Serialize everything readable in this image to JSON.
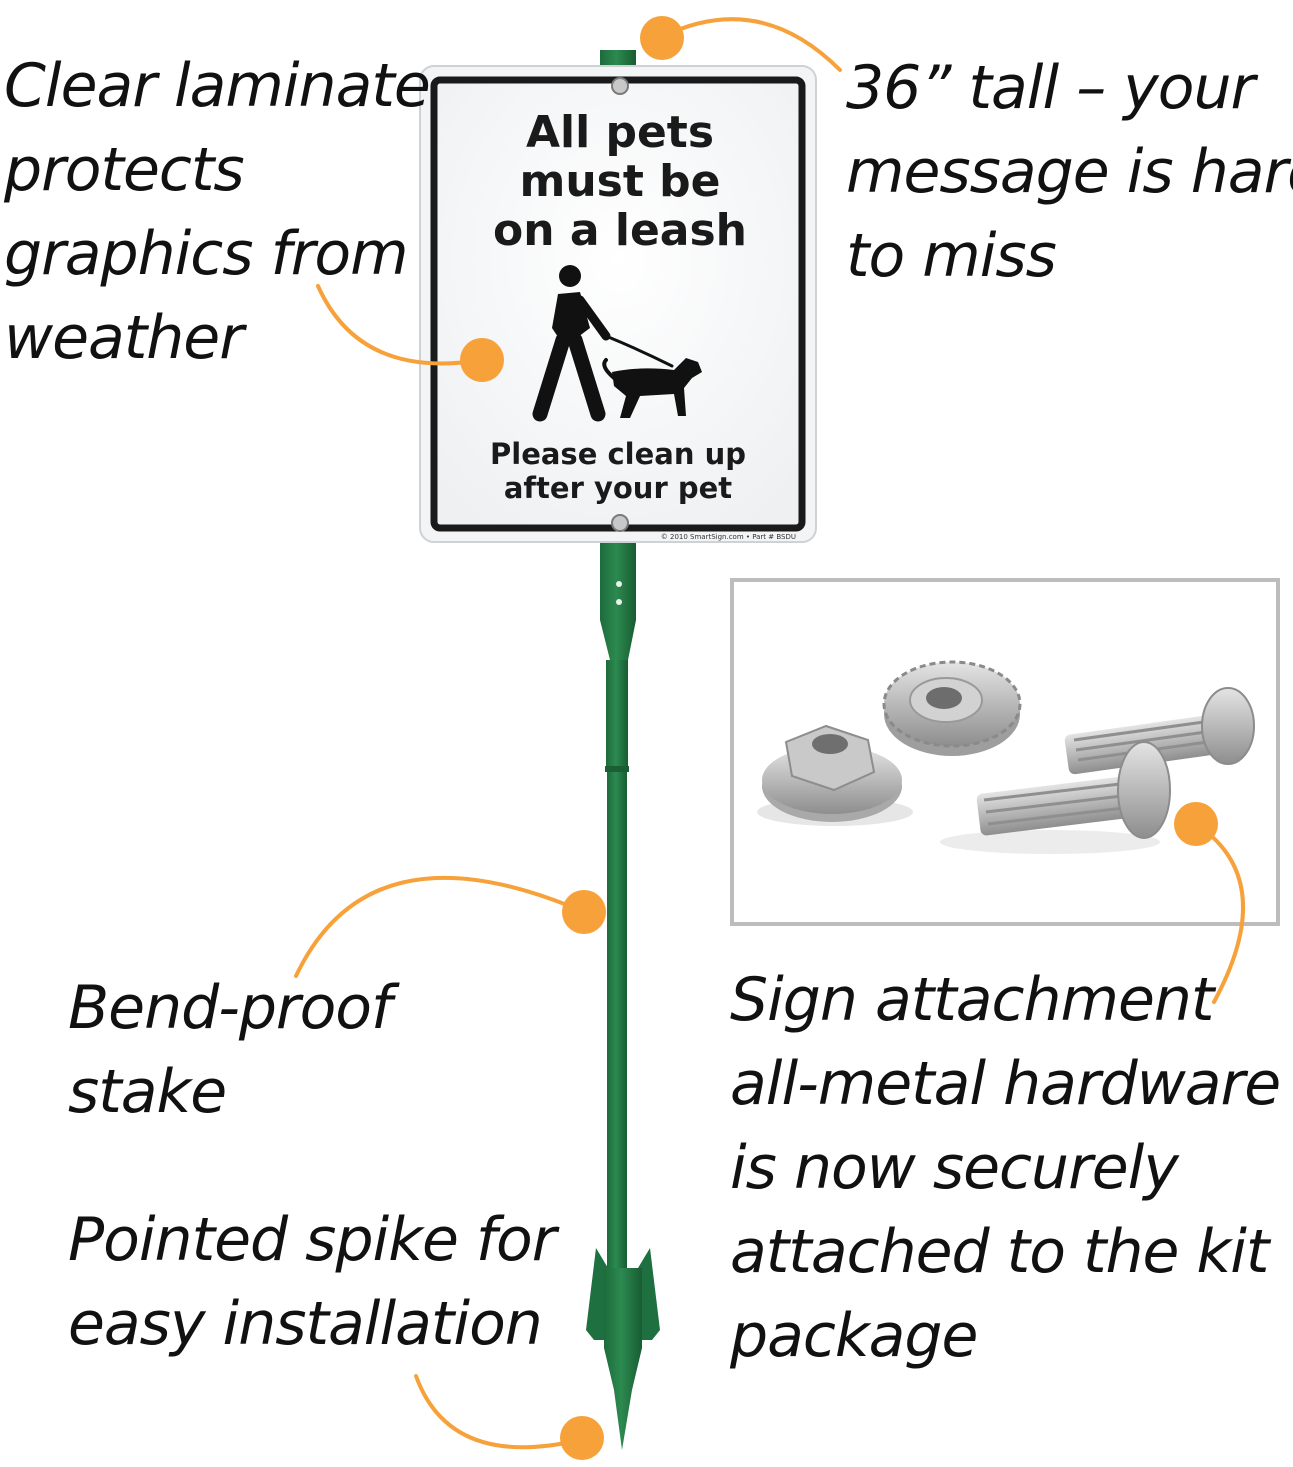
{
  "colors": {
    "accent": "#f7a13a",
    "stake": "#237a45",
    "sign_border": "#1a1a1a",
    "hardware_frame": "#bdbdbd"
  },
  "sign": {
    "title_lines": [
      "All pets",
      "must be",
      "on a leash"
    ],
    "subtitle_lines": [
      "Please clean up",
      "after your pet"
    ],
    "copyright": "© 2010 SmartSign.com • Part # BSDU",
    "icon": "person-walking-dog-icon"
  },
  "callouts": {
    "laminate": [
      "Clear laminate",
      "protects",
      "graphics from",
      "weather"
    ],
    "height": [
      "36” tall – your",
      "message is hard",
      "to miss"
    ],
    "stake": [
      "Bend-proof",
      "stake"
    ],
    "spike": [
      "Pointed spike for",
      "easy installation"
    ],
    "hardware": [
      "Sign attachment",
      "all-metal hardware",
      "is now securely",
      "attached to the kit",
      "package"
    ]
  }
}
